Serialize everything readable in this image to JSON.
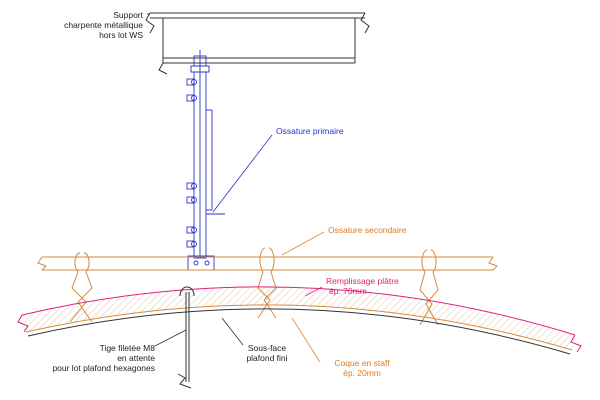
{
  "labels": {
    "support": [
      "Support",
      "charpente métallique",
      "hors lot WS"
    ],
    "primary": "Ossature primaire",
    "secondary": "Ossature secondaire",
    "fill": [
      "Remplissage plâtre",
      "ép. 70mm"
    ],
    "rod": [
      "Tige filetée M8",
      "en attente",
      "pour lot plafond hexagones"
    ],
    "underside": [
      "Sous-face",
      "plafond fini"
    ],
    "shell": [
      "Coque en staff",
      "ép. 20mm"
    ]
  },
  "colors": {
    "steel": "#333333",
    "primary": "#2a32c8",
    "secondary": "#d88a3a",
    "fill": "#e0207a",
    "leader": "#333333"
  }
}
